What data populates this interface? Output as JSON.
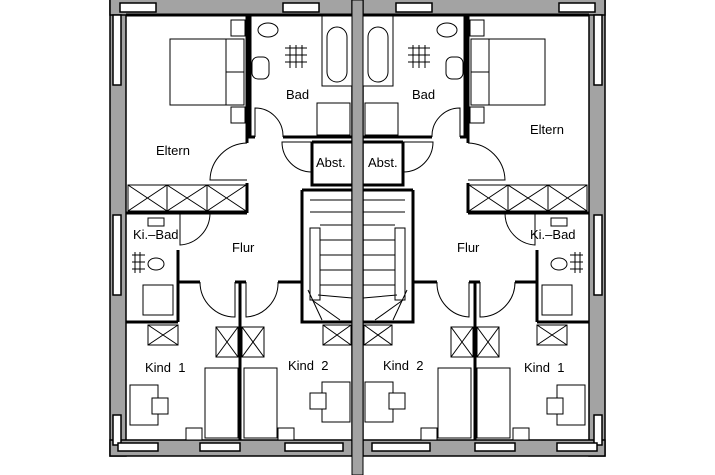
{
  "plan": {
    "left_unit": {
      "rooms": {
        "bad": "Bad",
        "eltern": "Eltern",
        "abst": "Abst.",
        "ki_bad": "Ki.–Bad",
        "flur": "Flur",
        "kind1": "Kind  1",
        "kind2": "Kind  2"
      }
    },
    "right_unit": {
      "rooms": {
        "bad": "Bad",
        "eltern": "Eltern",
        "abst": "Abst.",
        "ki_bad": "Ki.–Bad",
        "flur": "Flur",
        "kind1": "Kind  1",
        "kind2": "Kind  2"
      }
    },
    "colors": {
      "wall": "#a3a3a3",
      "line": "#000000",
      "background": "#ffffff"
    }
  }
}
